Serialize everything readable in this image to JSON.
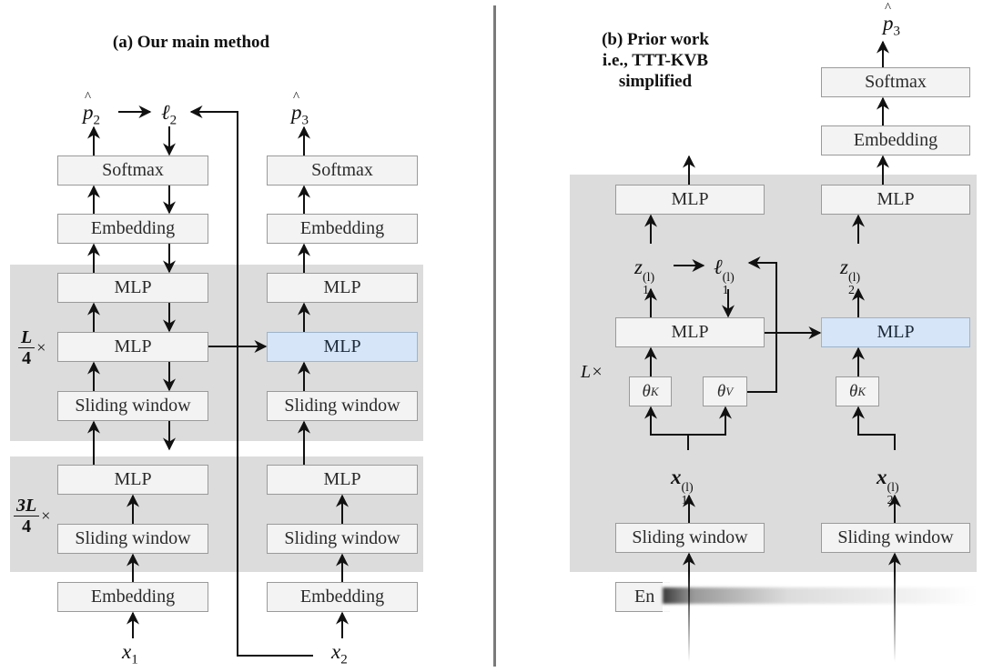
{
  "panel_a": {
    "title": "(a) Our main method",
    "outputs": {
      "left": "p",
      "left_sub": "2",
      "loss": "ℓ",
      "loss_sub": "2",
      "right": "p",
      "right_sub": "3"
    },
    "left_column": {
      "softmax": "Softmax",
      "embedding_top": "Embedding",
      "mlp_top": "MLP",
      "mlp_ttt": "MLP",
      "sliding_window_top": "Sliding window",
      "mlp_bottom": "MLP",
      "sliding_window_bottom": "Sliding window",
      "embedding_bottom": "Embedding",
      "input": "x",
      "input_sub": "1"
    },
    "right_column": {
      "softmax": "Softmax",
      "embedding_top": "Embedding",
      "mlp_top": "MLP",
      "mlp_ttt": "MLP",
      "sliding_window_top": "Sliding window",
      "mlp_bottom": "MLP",
      "sliding_window_bottom": "Sliding window",
      "embedding_bottom": "Embedding",
      "input": "x",
      "input_sub": "2"
    },
    "top_block_multiplier": {
      "numerator": "L",
      "denominator": "4",
      "times": "×"
    },
    "bottom_block_multiplier": {
      "numerator": "3L",
      "denominator": "4",
      "times": "×"
    }
  },
  "panel_b": {
    "title_line1": "(b) Prior work",
    "title_line2": "i.e., TTT-KVB",
    "title_line3": "simplified",
    "output_right": "p",
    "output_right_sub": "3",
    "block_multiplier": "L×",
    "left_column": {
      "mlp_top": "MLP",
      "z": "z",
      "z_sub": "1",
      "z_sup": "(l)",
      "loss": "ℓ",
      "loss_sub": "1",
      "loss_sup": "(l)",
      "mlp_ttt": "MLP",
      "theta_k": "θ",
      "theta_k_sub": "K",
      "theta_v": "θ",
      "theta_v_sub": "V",
      "x": "x",
      "x_sub": "1",
      "x_sup": "(l)",
      "sliding_window": "Sliding window",
      "embedding_truncated": "En"
    },
    "right_column": {
      "softmax": "Softmax",
      "embedding": "Embedding",
      "mlp_top": "MLP",
      "z": "z",
      "z_sub": "2",
      "z_sup": "(l)",
      "mlp_ttt": "MLP",
      "theta_k": "θ",
      "theta_k_sub": "K",
      "x": "x",
      "x_sub": "2",
      "x_sup": "(l)",
      "sliding_window": "Sliding window"
    }
  },
  "colors": {
    "region": "#dcdcdc",
    "box": "#f3f3f3",
    "box_border": "#9a9a9a",
    "highlight_box": "#d6e5f7",
    "arrow": "#111111"
  }
}
